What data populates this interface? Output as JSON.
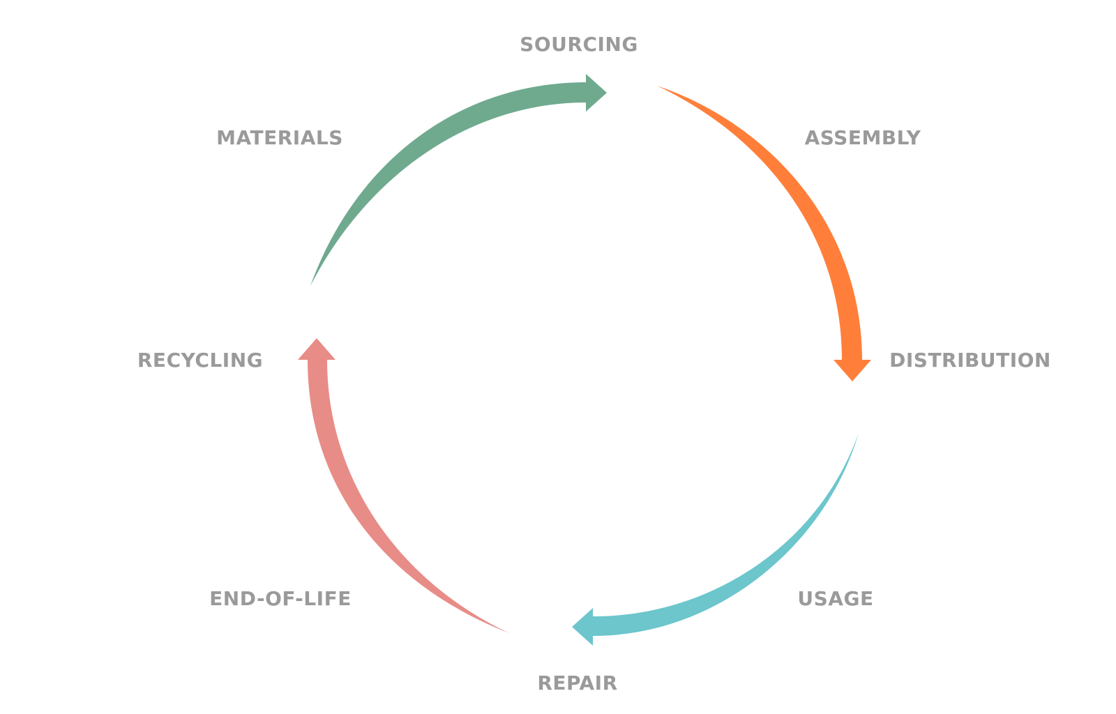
{
  "diagram": {
    "stages": [
      "SOURCING",
      "ASSEMBLY",
      "DISTRIBUTION",
      "USAGE",
      "REPAIR",
      "END-OF-LIFE",
      "RECYCLING",
      "MATERIALS"
    ],
    "label_color": "#9a9a9a",
    "arrows": [
      {
        "name": "sourcing-arrow",
        "color": "#6faa8f",
        "from": "MATERIALS",
        "to": "SOURCING"
      },
      {
        "name": "distribution-arrow",
        "color": "#ff7f3a",
        "from": "ASSEMBLY",
        "to": "DISTRIBUTION"
      },
      {
        "name": "repair-arrow",
        "color": "#6cc6cc",
        "from": "USAGE",
        "to": "REPAIR"
      },
      {
        "name": "recycling-arrow",
        "color": "#e88c88",
        "from": "END-OF-LIFE",
        "to": "RECYCLING"
      }
    ]
  }
}
